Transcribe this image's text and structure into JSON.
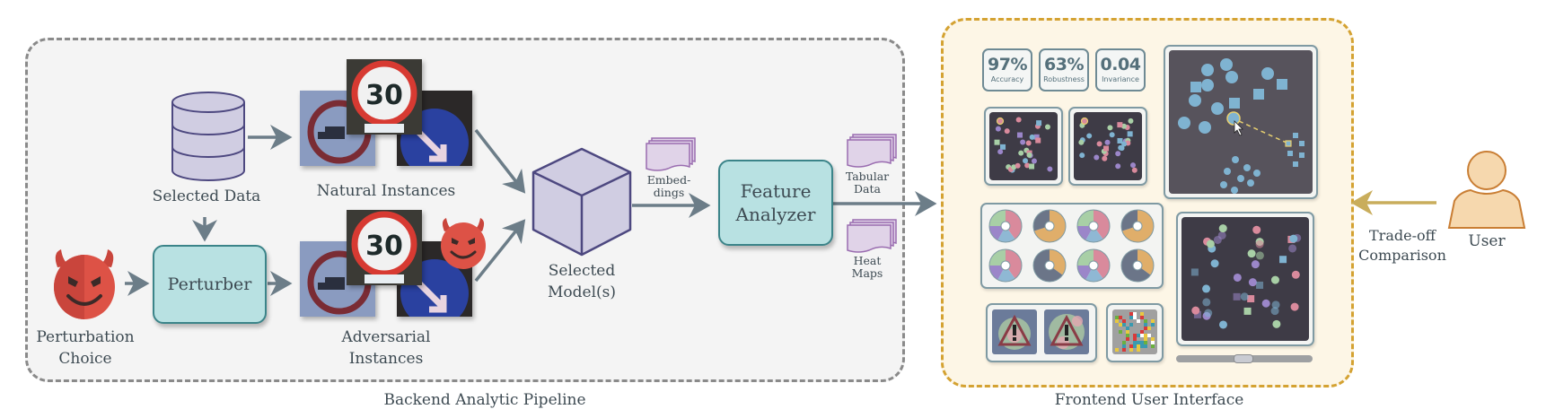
{
  "backend": {
    "caption": "Backend Analytic Pipeline",
    "selected_data": "Selected Data",
    "natural_instances": "Natural Instances",
    "adversarial_instances_line1": "Adversarial",
    "adversarial_instances_line2": "Instances",
    "perturbation_choice_line1": "Perturbation",
    "perturbation_choice_line2": "Choice",
    "perturber": "Perturber",
    "selected_models_line1": "Selected",
    "selected_models_line2": "Model(s)",
    "embeddings_line1": "Embed-",
    "embeddings_line2": "dings",
    "feature_analyzer_line1": "Feature",
    "feature_analyzer_line2": "Analyzer",
    "tabular_data_line1": "Tabular",
    "tabular_data_line2": "Data",
    "heat_maps_line1": "Heat",
    "heat_maps_line2": "Maps",
    "speed_sign_text": "30"
  },
  "frontend": {
    "caption": "Frontend User Interface",
    "metrics": [
      {
        "value": "97%",
        "label": "Accuracy"
      },
      {
        "value": "63%",
        "label": "Robustness"
      },
      {
        "value": "0.04",
        "label": "Invariance"
      }
    ]
  },
  "user": {
    "label": "User",
    "tradeoff_line1": "Trade-off",
    "tradeoff_line2": "Comparison"
  },
  "colors": {
    "backend_border": "#8a8a8a",
    "frontend_border": "#d4a232",
    "process_fill": "#b8e1e2",
    "process_border": "#3b8489",
    "arrow": "#6c7d88",
    "user_arrow": "#c9ad5c",
    "devil": "#dd5246"
  }
}
